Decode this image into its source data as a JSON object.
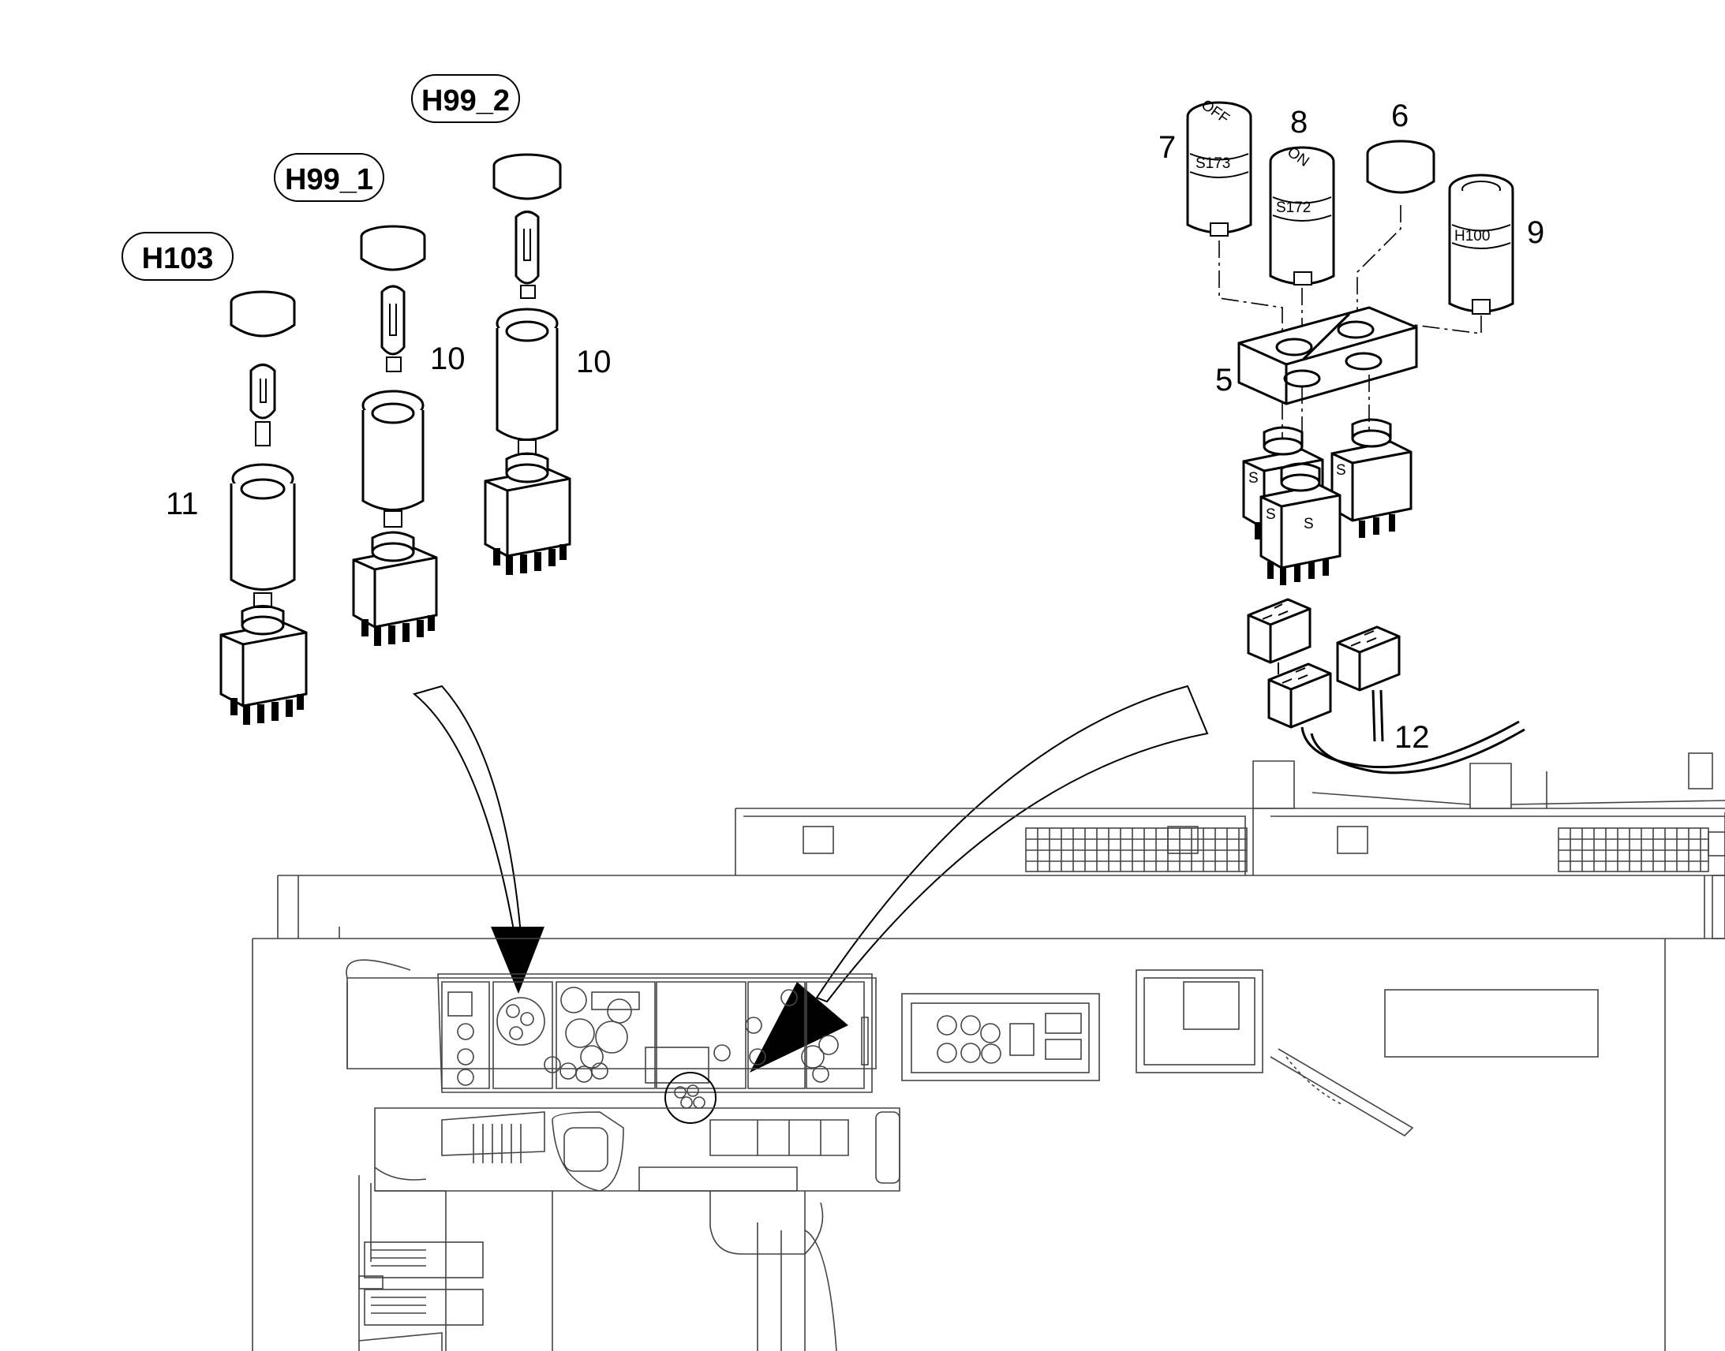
{
  "tags": {
    "h103": "H103",
    "h99_1": "H99_1",
    "h99_2": "H99_2"
  },
  "callouts": {
    "n5": "5",
    "n6": "6",
    "n7": "7",
    "n8": "8",
    "n9": "9",
    "n10a": "10",
    "n10b": "10",
    "n11": "11",
    "n12": "12"
  },
  "switch_caps": {
    "s7_top": "OFF",
    "s7_band": "S173",
    "s8_top": "ON",
    "s8_band": "S172",
    "s9_band": "H100",
    "mod_a": "S",
    "mod_b": "S",
    "mod_c": "S",
    "mod_c2": "S"
  },
  "colors": {
    "line": "#000000",
    "background": "#ffffff",
    "frame": "#444444"
  }
}
